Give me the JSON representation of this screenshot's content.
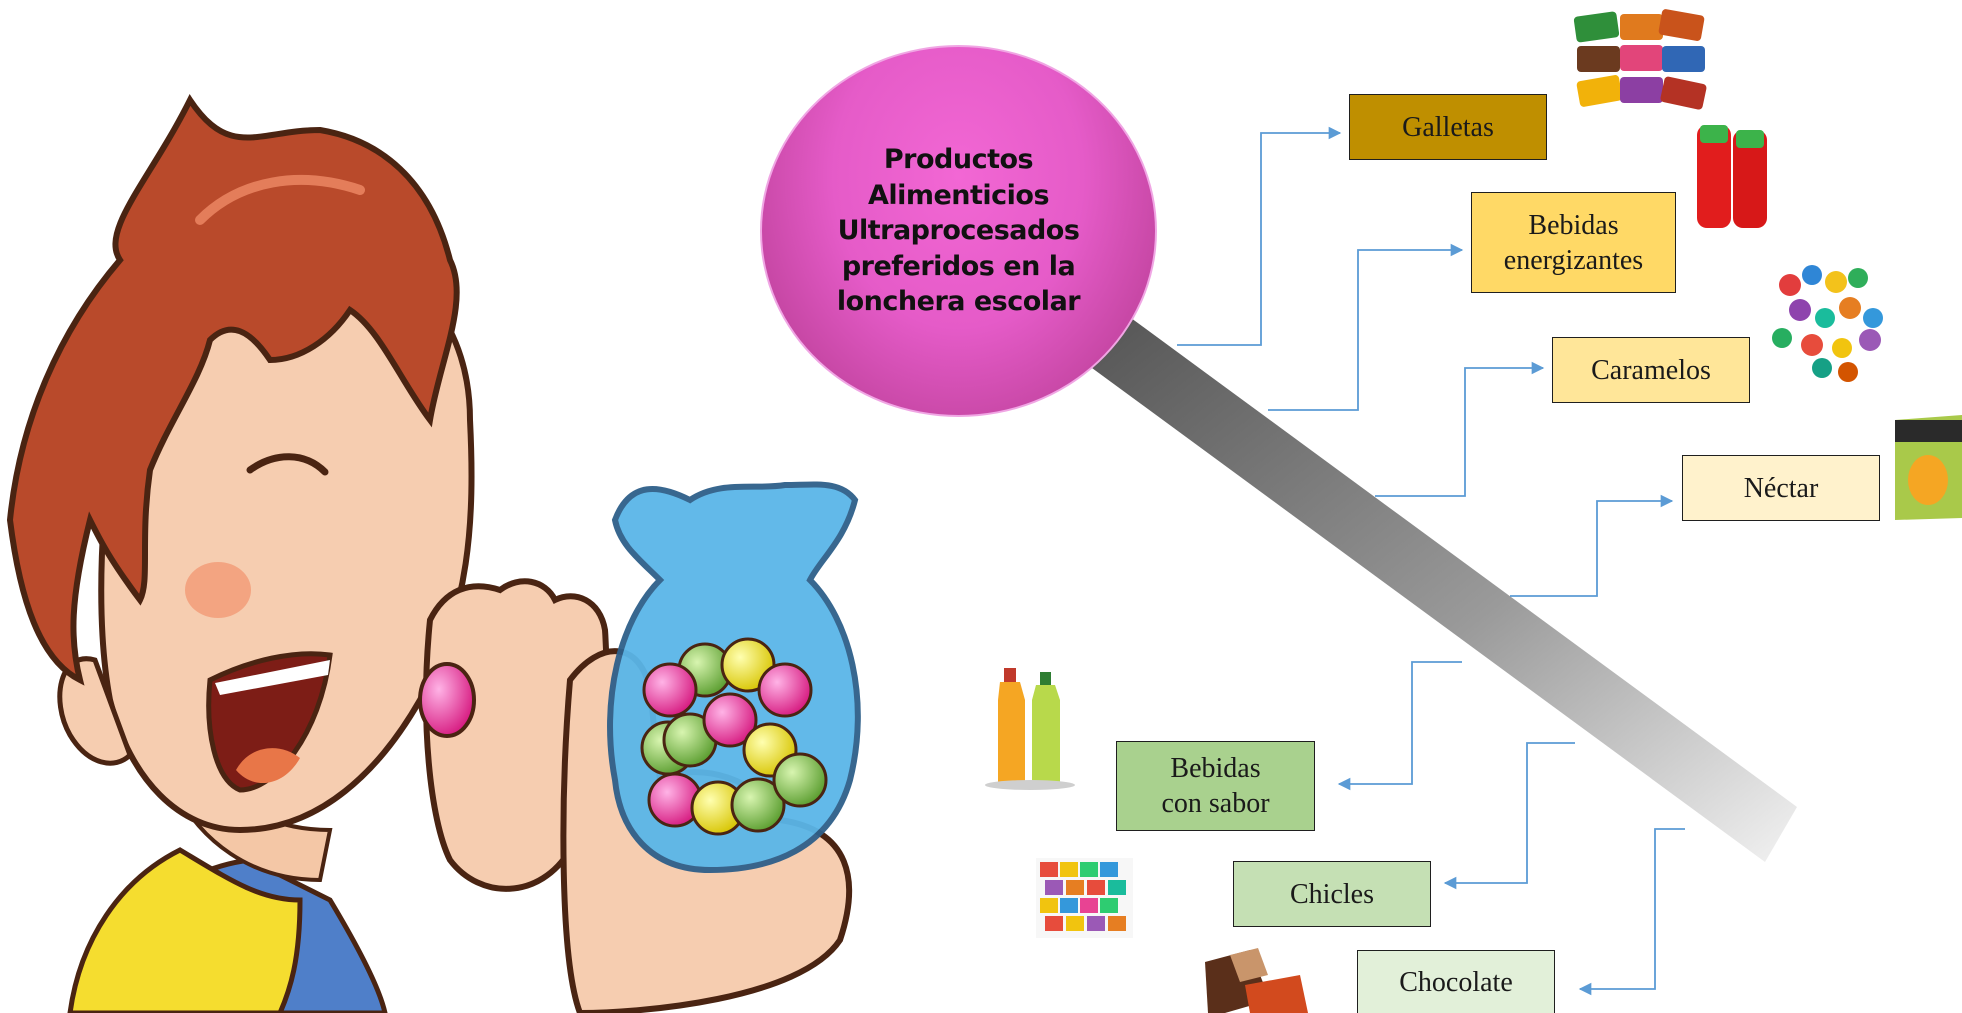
{
  "central_topic": "Productos Alimenticios Ultraprocesados preferidos en la lonchera escolar",
  "colors": {
    "central_fill": "#e55bc8",
    "connector": "#5b9bd5",
    "galletas_fill": "#bf8f00",
    "bebidas_energizantes_fill": "#ffd966",
    "caramelos_fill": "#ffe699",
    "nectar_fill": "#fff2cc",
    "green_dark": "#a9d18e",
    "green_mid": "#c5e0b4",
    "green_light": "#e2f0d9"
  },
  "branches": [
    {
      "id": "galletas",
      "lines": [
        "Galletas"
      ]
    },
    {
      "id": "bebidas-energizantes",
      "lines": [
        "Bebidas",
        "energizantes"
      ]
    },
    {
      "id": "caramelos",
      "lines": [
        "Caramelos"
      ]
    },
    {
      "id": "nectar",
      "lines": [
        "Néctar"
      ]
    },
    {
      "id": "bebidas-con-sabor",
      "lines": [
        "Bebidas",
        "con sabor"
      ]
    },
    {
      "id": "chicles",
      "lines": [
        "Chicles"
      ]
    },
    {
      "id": "chocolate",
      "lines": [
        "Chocolate"
      ]
    }
  ],
  "illustrations": [
    "boy-with-candy-jar",
    "cookies-packs",
    "juice-bottles-red",
    "wrapped-candies",
    "nectar-box",
    "flavored-drink-bottles",
    "gummy-candies",
    "chocolate-bar"
  ]
}
